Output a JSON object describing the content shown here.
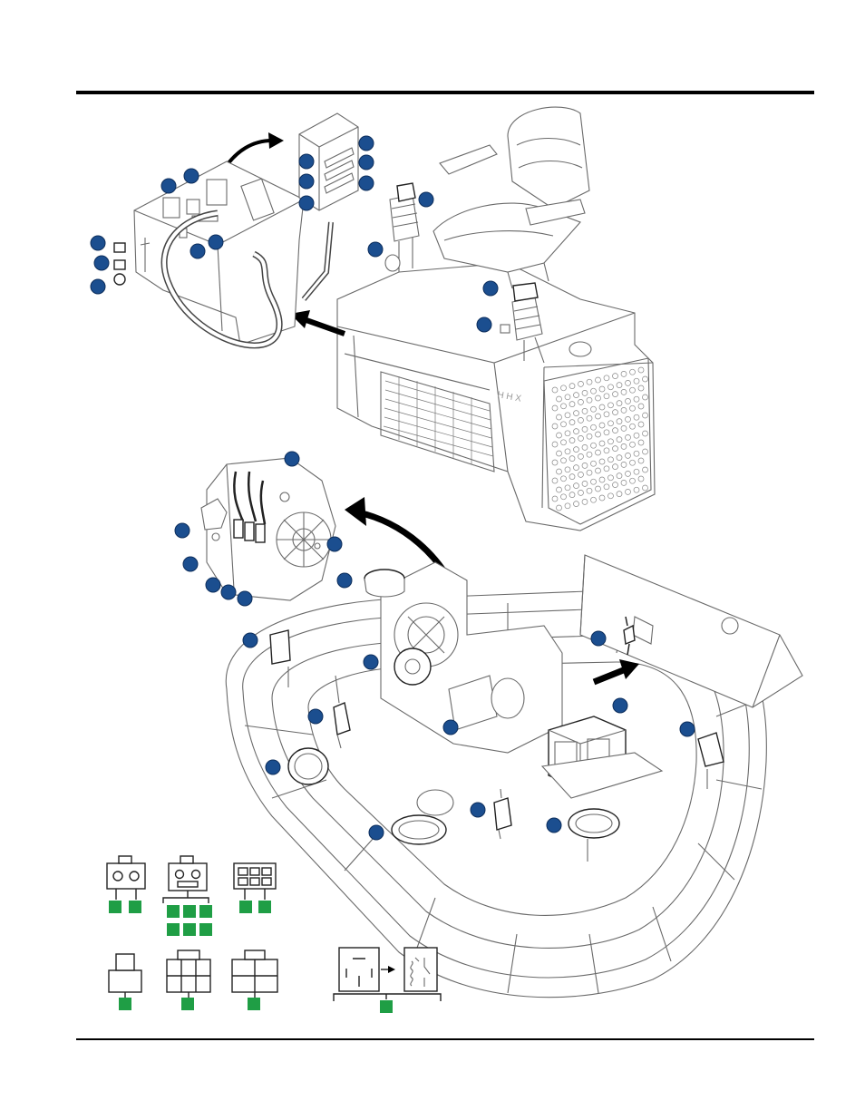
{
  "figure": {
    "callout_color": "#1b4e8f",
    "callout_stroke": "#0d2e5c",
    "connector_box_color": "#1f9e45",
    "arrow_color": "#000000",
    "line_color": "#6a6a6a"
  },
  "callouts": [
    "c01",
    "c02",
    "c03",
    "c04",
    "c05",
    "c06",
    "c07",
    "c08",
    "c09",
    "c10",
    "c11",
    "c12",
    "c13",
    "c14",
    "c15",
    "c16",
    "c17",
    "c18",
    "c19",
    "c20",
    "c21",
    "c22",
    "c23",
    "c24",
    "c25",
    "c26",
    "c27",
    "c28",
    "c29",
    "c30",
    "c31",
    "c32",
    "c33",
    "c34",
    "c35",
    "c36",
    "c37",
    "c38"
  ],
  "connector_legend": {
    "groups": [
      "two-pin-round",
      "three-pin-round",
      "six-pin-square",
      "one-pin",
      "six-pin-housing",
      "four-pin-housing",
      "relay-schematic"
    ]
  }
}
